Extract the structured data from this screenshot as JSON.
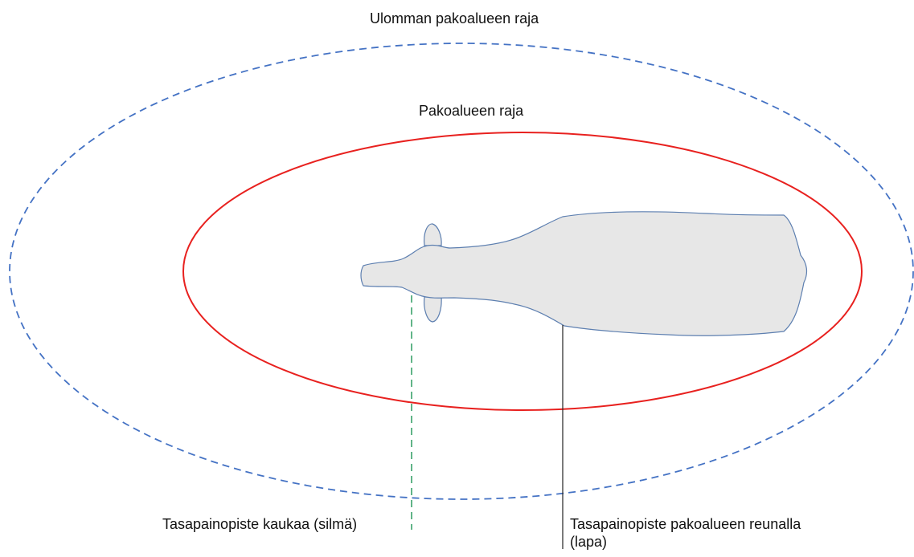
{
  "labels": {
    "outer_boundary": "Ulomman pakoalueen raja",
    "flight_zone_boundary": "Pakoalueen raja",
    "balance_point_far": "Tasapainopiste kaukaa (silmä)",
    "balance_point_edge_line1": "Tasapainopiste pakoalueen reunalla",
    "balance_point_edge_line2": "(lapa)"
  },
  "colors": {
    "outer_boundary": "#4472c4",
    "flight_zone_boundary": "#e8211f",
    "balance_point_far_line": "#3aa26b",
    "balance_point_edge_line": "#222222",
    "cow_fill": "#e7e7e7",
    "cow_outline": "#5d7fb0",
    "text": "#111111"
  },
  "line_styles": {
    "outer_boundary": "dashed",
    "flight_zone_boundary": "solid",
    "balance_point_far_line": "dashed",
    "balance_point_edge_line": "solid"
  }
}
